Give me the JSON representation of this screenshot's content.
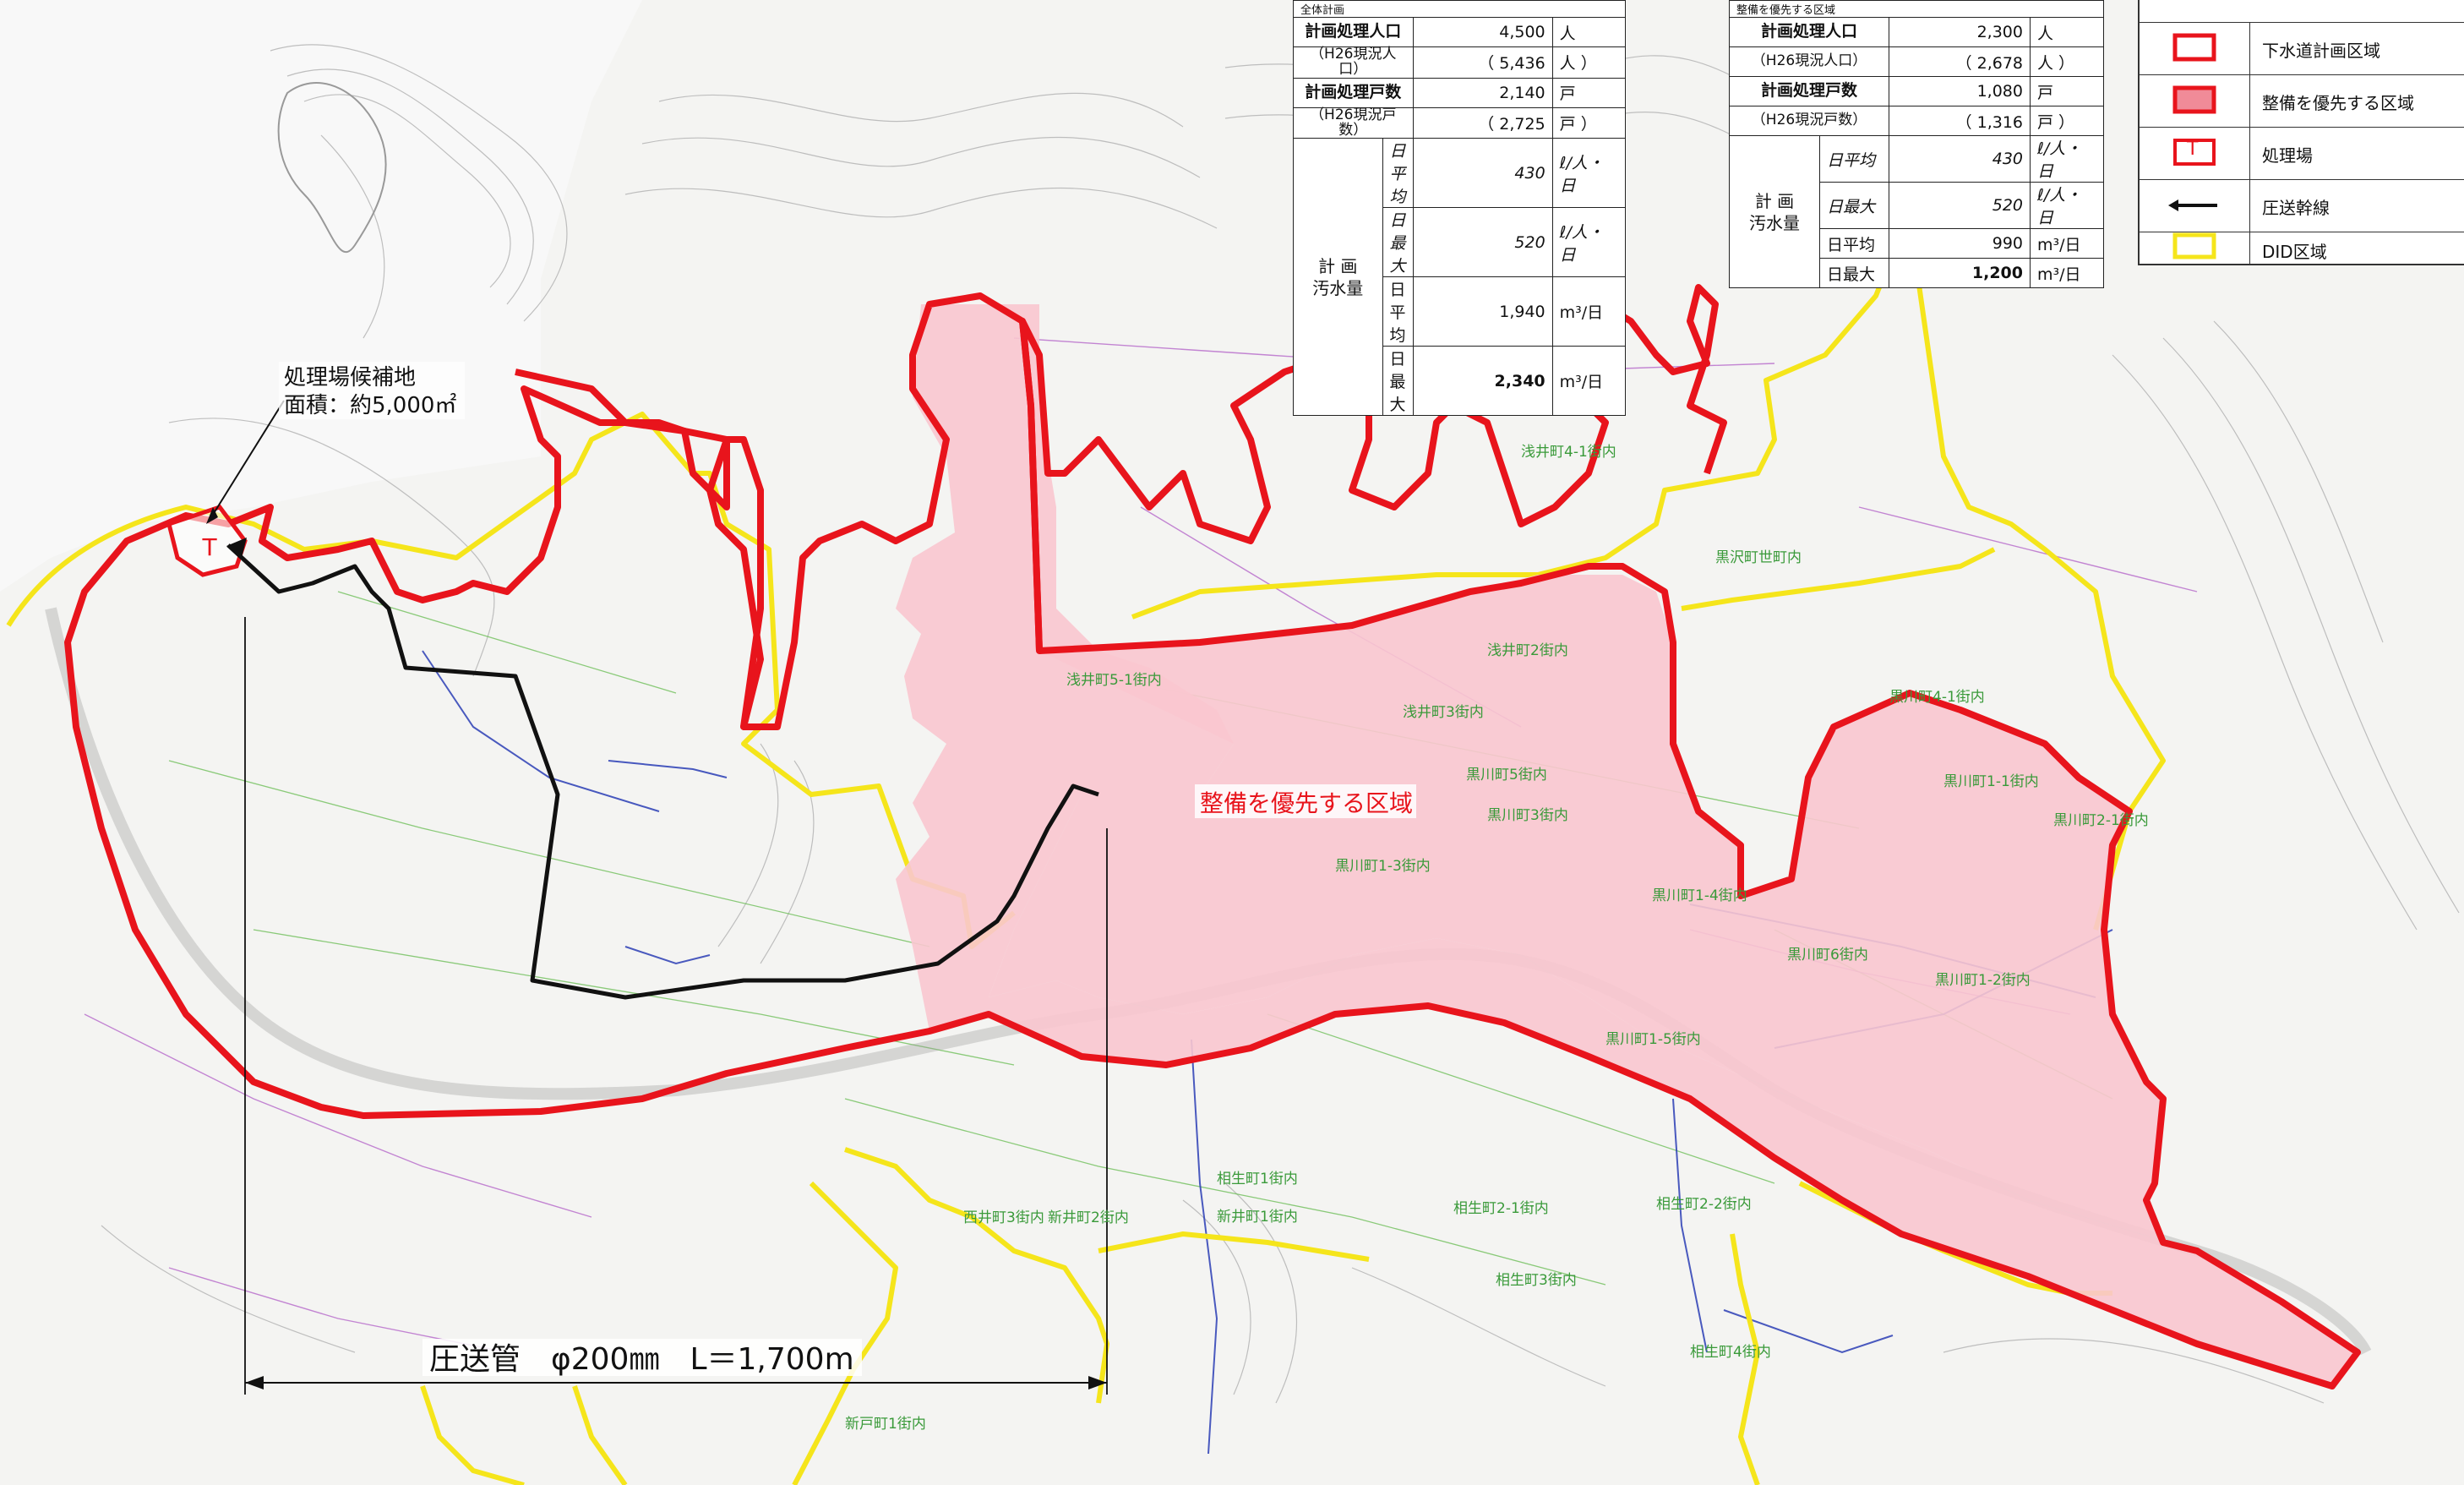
{
  "colors": {
    "planning_boundary": "#e8141c",
    "priority_fill": "#f9c6cf",
    "did_boundary": "#f5e51b",
    "pipeline": "#111111",
    "contour": "#b8b8b8",
    "street_green": "#6fbf5a",
    "street_purple": "#b25fc7",
    "street_blue": "#2a3db5"
  },
  "map": {
    "treatment_site_note": {
      "line1": "処理場候補地",
      "line2": "面積：約5,000㎡"
    },
    "treatment_plant_symbol": "T",
    "priority_area_label": "整備を優先する区域",
    "pressure_pipe_label": "圧送管　φ200㎜　L＝1,700m",
    "district_labels": [
      "浅井町4-1街内",
      "黒沢町世町内",
      "浅井町5-1街内",
      "浅井町3街内",
      "浅井町2街内",
      "黒川町4-1街内",
      "黒川町1-1街内",
      "黒川町2-1街内",
      "黒川町5街内",
      "黒川町3街内",
      "黒川町1-2街内",
      "黒川町6街内",
      "黒川町1-3街内",
      "黒川町1-4街内",
      "黒川町1-5街内",
      "相生町1街内",
      "相生町2-1街内",
      "相生町2-2街内",
      "相生町3街内",
      "相生町4街内",
      "西井町3街内",
      "新井町2街内",
      "新井町1街内",
      "新戸町1街内"
    ]
  },
  "table_left": {
    "header_fragment": "全体計画",
    "rows": [
      {
        "label": "計画処理人口",
        "value": "4,500",
        "unit": "人"
      },
      {
        "label": "（H26現況人口）",
        "value": "（ 5,436",
        "unit": "人 ）"
      },
      {
        "label": "計画処理戸数",
        "value": "2,140",
        "unit": "戸"
      },
      {
        "label": "（H26現況戸数）",
        "value": "（ 2,725",
        "unit": "戸 ）"
      }
    ],
    "group_label": "計 画\n汚水量",
    "flow_rows": [
      {
        "label": "日平均",
        "value": "430",
        "unit": "ℓ/人・日"
      },
      {
        "label": "日最大",
        "value": "520",
        "unit": "ℓ/人・日"
      },
      {
        "label": "日平均",
        "value": "1,940",
        "unit": "m³/日"
      },
      {
        "label": "日最大",
        "value": "2,340",
        "unit": "m³/日"
      }
    ]
  },
  "table_right": {
    "header_fragment": "整備を優先する区域",
    "rows": [
      {
        "label": "計画処理人口",
        "value": "2,300",
        "unit": "人"
      },
      {
        "label": "（H26現況人口）",
        "value": "（ 2,678",
        "unit": "人 ）"
      },
      {
        "label": "計画処理戸数",
        "value": "1,080",
        "unit": "戸"
      },
      {
        "label": "（H26現況戸数）",
        "value": "（ 1,316",
        "unit": "戸 ）"
      }
    ],
    "group_label": "計 画\n汚水量",
    "flow_rows": [
      {
        "label": "日平均",
        "value": "430",
        "unit": "ℓ/人・日"
      },
      {
        "label": "日最大",
        "value": "520",
        "unit": "ℓ/人・日"
      },
      {
        "label": "日平均",
        "value": "990",
        "unit": "m³/日"
      },
      {
        "label": "日最大",
        "value": "1,200",
        "unit": "m³/日"
      }
    ]
  },
  "legend": [
    {
      "label": "下水道計画区域",
      "symbol": "outline-box"
    },
    {
      "label": "整備を優先する区域",
      "symbol": "filled-box"
    },
    {
      "label": "処理場",
      "symbol": "T-box",
      "glyph": "T"
    },
    {
      "label": "圧送幹線",
      "symbol": "arrow-line"
    },
    {
      "label": "DID区域",
      "symbol": "yellow-box"
    }
  ]
}
